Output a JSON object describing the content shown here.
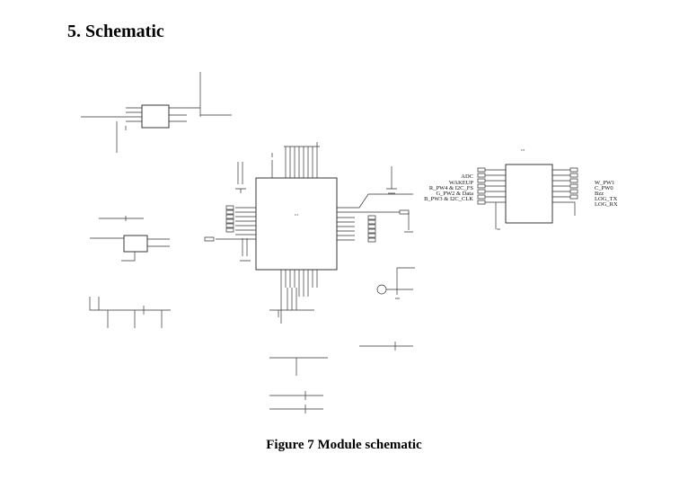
{
  "section_title": "5.  Schematic",
  "figure_caption": "Figure 7 Module schematic",
  "schematic": {
    "left_labels": [
      "ADC",
      "WAKEUP",
      "R_PW4 & I2C_FS",
      "G_PW2 & Data",
      "B_PW3 & I2C_CLK"
    ],
    "right_labels": [
      "W_PW1",
      "C_PW0",
      "Bzz",
      "LOG_TX",
      "LOG_RX"
    ]
  }
}
